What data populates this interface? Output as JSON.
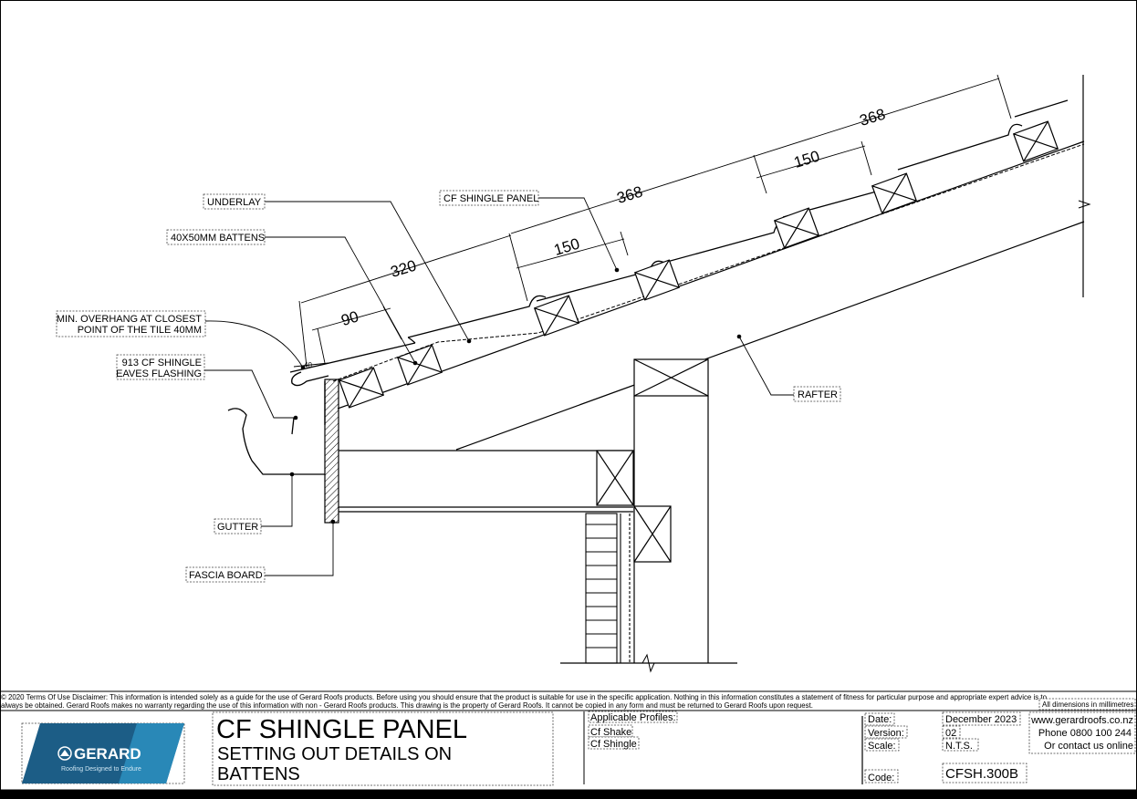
{
  "labels": {
    "underlay": "UNDERLAY",
    "battens": "40X50MM BATTENS",
    "overhang_line1": "MIN. OVERHANG AT CLOSEST",
    "overhang_line2": "POINT OF THE TILE 40MM",
    "flashing_line1": "913 CF SHINGLE",
    "flashing_line2": "EAVES FLASHING",
    "gutter": "GUTTER",
    "fascia": "FASCIA BOARD",
    "panel": "CF SHINGLE PANEL",
    "rafter": "RAFTER"
  },
  "dimensions": {
    "d40": "40",
    "d90": "90",
    "d320": "320",
    "d150_a": "150",
    "d368_a": "368",
    "d150_b": "150",
    "d368_b": "368"
  },
  "disclaimer": {
    "line1": "© 2020 Terms Of Use Disclaimer: This information is intended solely as a guide for the use of Gerard Roofs products. Before using you should ensure that the product is suitable for use in the specific application. Nothing in this information constitutes a statement of fitness for particular purpose and appropriate expert advice is to",
    "line2": "always be obtained. Gerard Roofs makes no warranty regarding the use of this information with non - Gerard Roofs products. This drawing is the property of Gerard Roofs. It cannot be copied in any form and must be returned to Gerard Roofs upon request.",
    "units": "All dimensions in millimetres"
  },
  "logo": {
    "brand": "GERARD",
    "tagline": "Roofing Designed to Endure",
    "color": "#1c5d86"
  },
  "title_block": {
    "title": "CF SHINGLE PANEL",
    "subtitle_line1": "SETTING OUT DETAILS ON",
    "subtitle_line2": "BATTENS",
    "profiles_label": "Applicable Profiles:",
    "profiles": [
      "Cf Shake",
      "Cf Shingle"
    ],
    "date_label": "Date:",
    "date": "December 2023",
    "version_label": "Version:",
    "version": "02",
    "scale_label": "Scale:",
    "scale": "N.T.S.",
    "code_label": "Code:",
    "code": "CFSH.300B",
    "website": "www.gerardroofs.co.nz",
    "phone": "Phone 0800 100 244",
    "contact": "Or contact us online"
  }
}
